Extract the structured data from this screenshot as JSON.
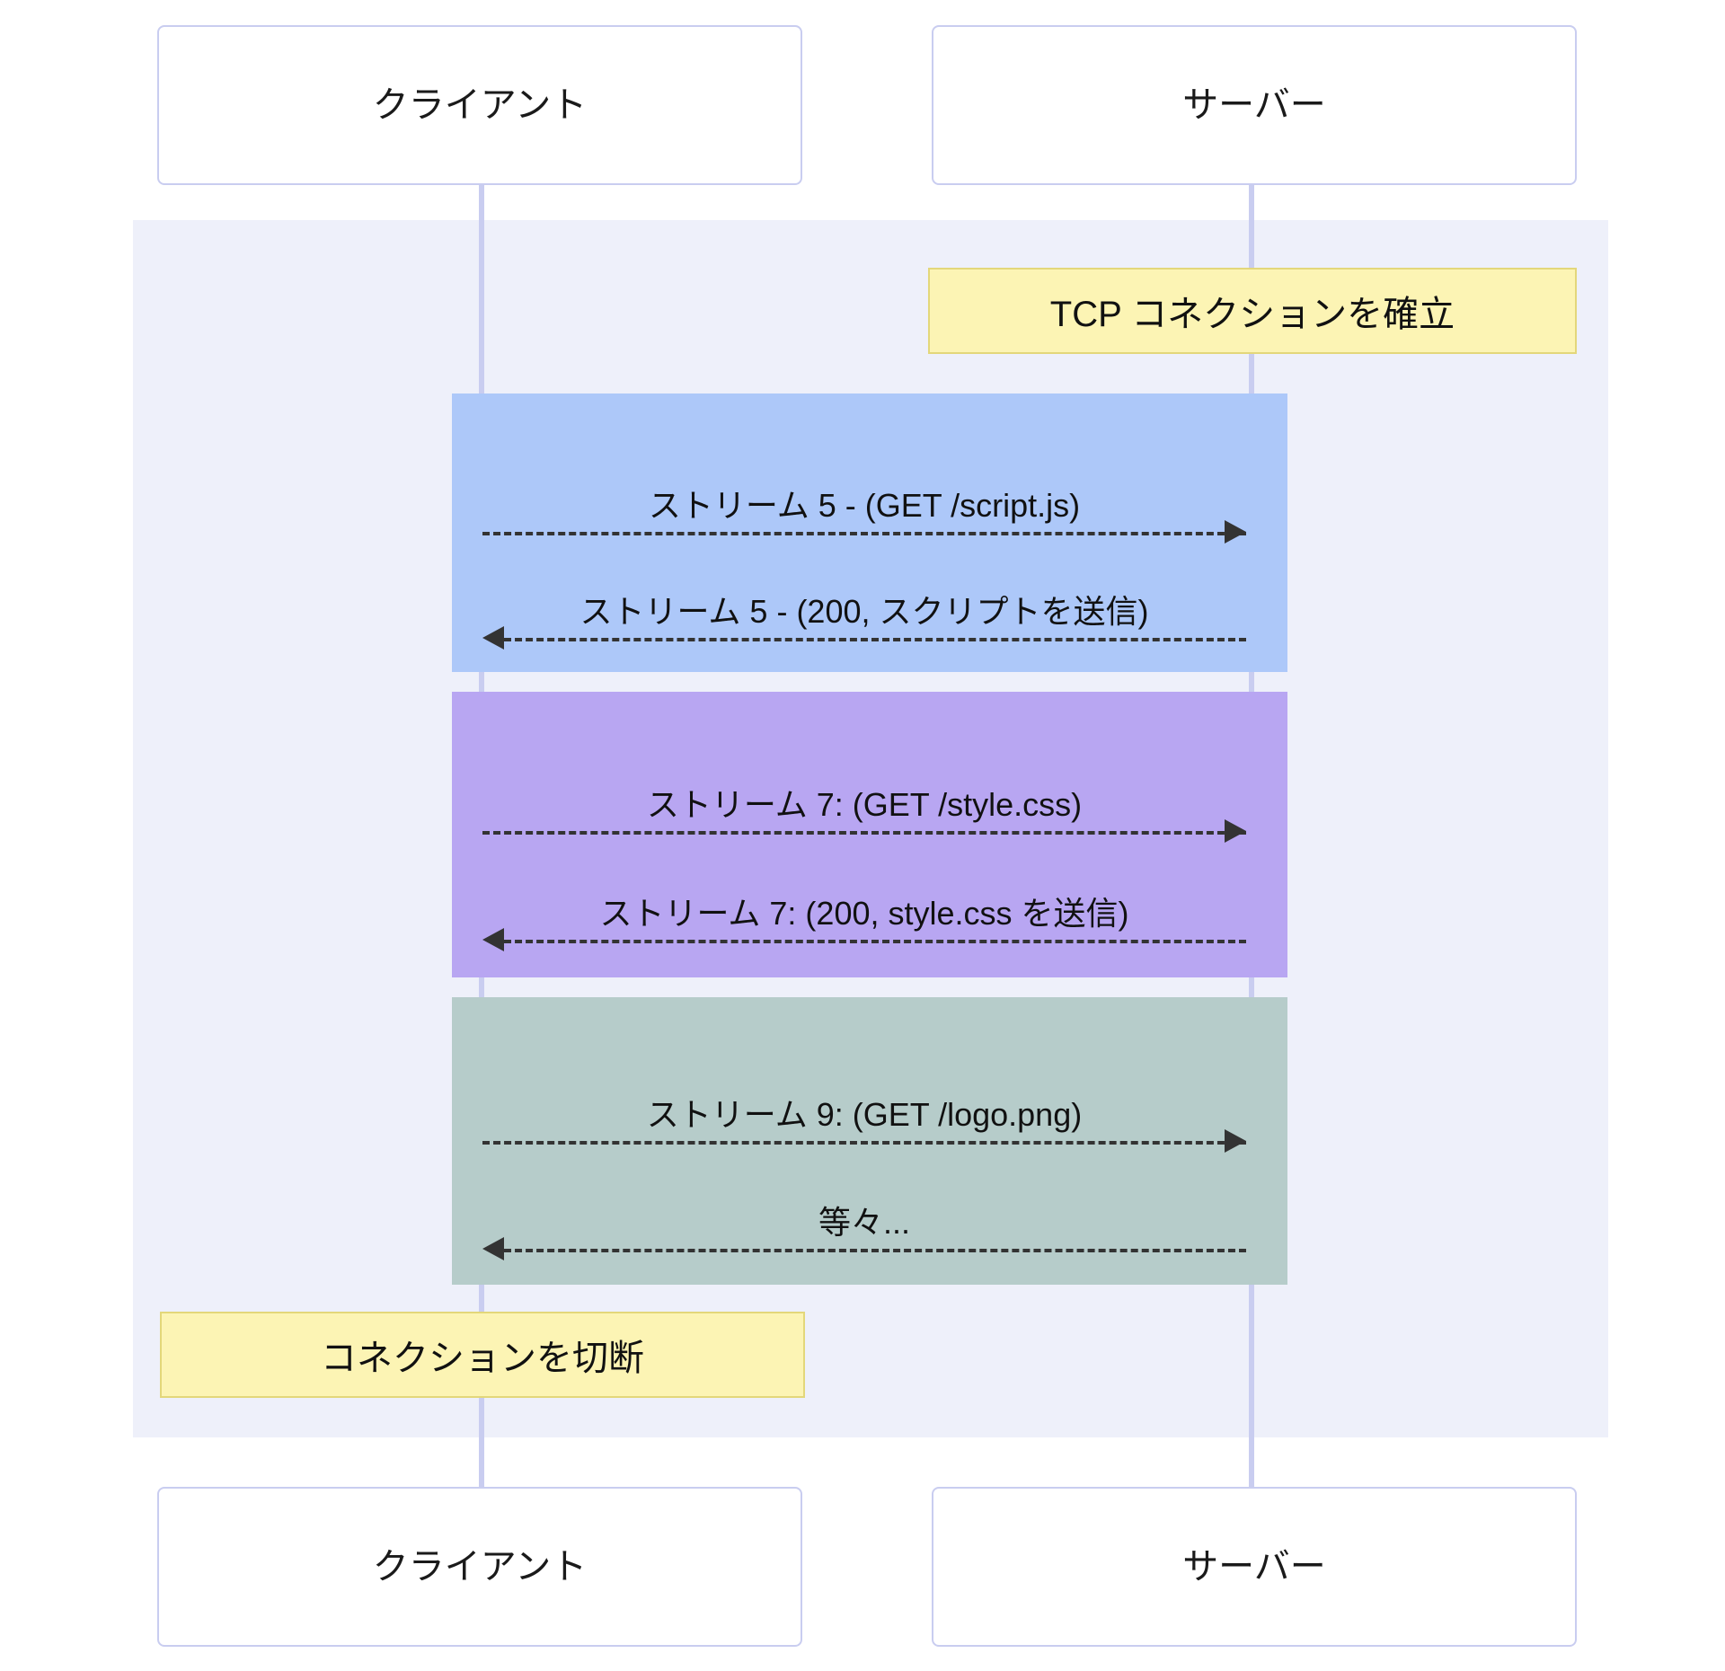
{
  "diagram": {
    "type": "sequence-diagram",
    "title": "",
    "background_color": "#ffffff",
    "region_color": "#eef0fa",
    "lifeline_color": "#c9cdf0"
  },
  "participants": [
    {
      "id": "client",
      "label": "クライアント"
    },
    {
      "id": "server",
      "label": "サーバー"
    }
  ],
  "participants_bottom": [
    {
      "id": "client",
      "label": "クライアント"
    },
    {
      "id": "server",
      "label": "サーバー"
    }
  ],
  "notes": [
    {
      "id": "note-tcp",
      "text": "TCP コネクションを確立",
      "over": "server",
      "color": "#fcf4b4",
      "border_color": "#e3d77a"
    },
    {
      "id": "note-close",
      "text": "コネクションを切断",
      "over": "client",
      "color": "#fcf4b4",
      "border_color": "#e3d77a"
    }
  ],
  "groups": [
    {
      "id": "group-stream5",
      "color": "#adc8f9",
      "label": ""
    },
    {
      "id": "group-stream7",
      "color": "#b8a6f2",
      "label": ""
    },
    {
      "id": "group-stream9",
      "color": "#b6ccca",
      "label": ""
    }
  ],
  "messages": [
    {
      "id": "msg-1",
      "text": "ストリーム 5 - (GET /script.js)",
      "from": "client",
      "to": "server",
      "direction": "right",
      "style": "dashed",
      "group": "group-stream5"
    },
    {
      "id": "msg-2",
      "text": "ストリーム 5 - (200, スクリプトを送信)",
      "from": "server",
      "to": "client",
      "direction": "left",
      "style": "dashed",
      "group": "group-stream5"
    },
    {
      "id": "msg-3",
      "text": "ストリーム 7: (GET /style.css)",
      "from": "client",
      "to": "server",
      "direction": "right",
      "style": "dashed",
      "group": "group-stream7"
    },
    {
      "id": "msg-4",
      "text": "ストリーム 7: (200, style.css を送信)",
      "from": "server",
      "to": "client",
      "direction": "left",
      "style": "dashed",
      "group": "group-stream7"
    },
    {
      "id": "msg-5",
      "text": "ストリーム 9: (GET /logo.png)",
      "from": "client",
      "to": "server",
      "direction": "right",
      "style": "dashed",
      "group": "group-stream9"
    },
    {
      "id": "msg-6",
      "text": "等々...",
      "from": "server",
      "to": "client",
      "direction": "left",
      "style": "dashed",
      "group": "group-stream9"
    }
  ]
}
